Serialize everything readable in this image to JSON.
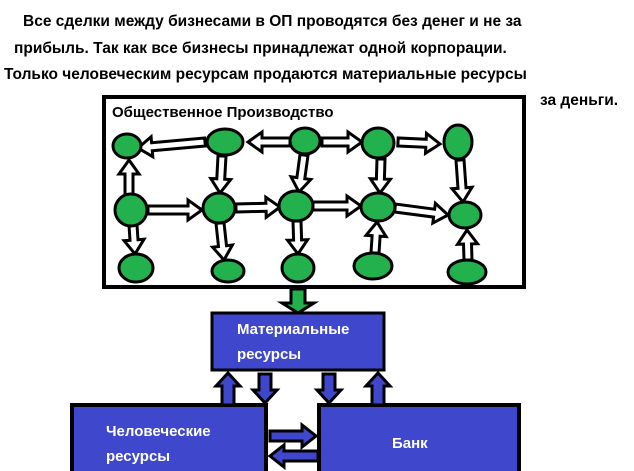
{
  "caption": {
    "line1": "Все сделки между бизнесами в ОП проводятся без денег и не за",
    "line2": "прибыль. Так как все бизнесы принадлежат одной корпорации.",
    "line3": "Только человеческим ресурсам  продаются  материальные ресурсы",
    "line4": "за деньги."
  },
  "production_box": {
    "title": "Общественное Производство"
  },
  "material_resources": {
    "line1": "Материальные",
    "line2": "ресурсы"
  },
  "human_resources": {
    "line1": "Человеческие",
    "line2": "ресурсы"
  },
  "bank": {
    "label": "Банк"
  },
  "colors": {
    "node_green": "#22b14c",
    "box_blue": "#3f48cc",
    "outline": "#000000",
    "label_white": "#ffffff"
  }
}
